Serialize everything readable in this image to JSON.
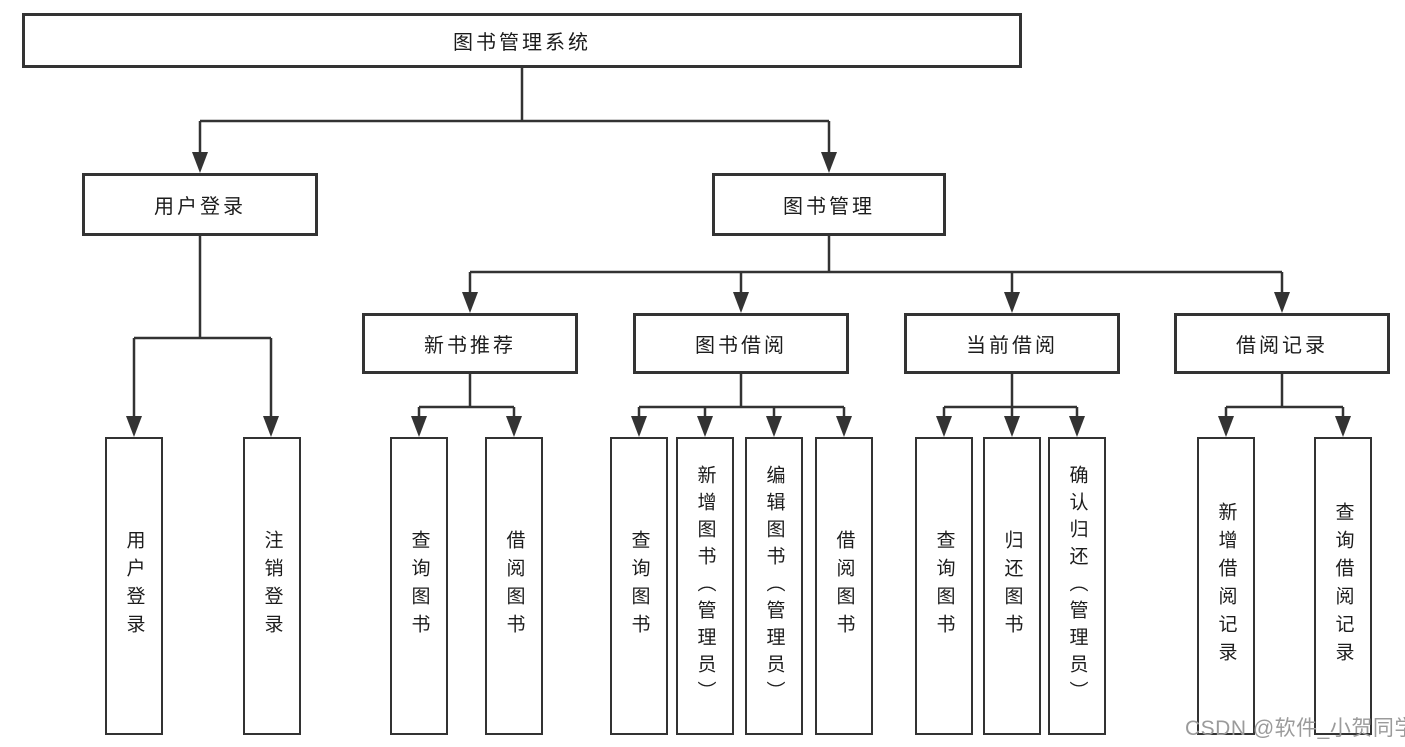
{
  "diagram": {
    "root": {
      "label": "图书管理系统"
    },
    "branches": [
      {
        "label": "用户登录",
        "children": [
          {
            "label": "用户登录"
          },
          {
            "label": "注销登录"
          }
        ]
      },
      {
        "label": "图书管理",
        "groups": [
          {
            "label": "新书推荐",
            "children": [
              {
                "label": "查询图书"
              },
              {
                "label": "借阅图书"
              }
            ]
          },
          {
            "label": "图书借阅",
            "children": [
              {
                "label": "查询图书"
              },
              {
                "label": "新增图书（管理员）"
              },
              {
                "label": "编辑图书（管理员）"
              },
              {
                "label": "借阅图书"
              }
            ]
          },
          {
            "label": "当前借阅",
            "children": [
              {
                "label": "查询图书"
              },
              {
                "label": "归还图书"
              },
              {
                "label": "确认归还（管理员）"
              }
            ]
          },
          {
            "label": "借阅记录",
            "children": [
              {
                "label": "新增借阅记录"
              },
              {
                "label": "查询借阅记录"
              }
            ]
          }
        ]
      }
    ]
  },
  "watermark": {
    "text": "CSDN @软件_小贺同学"
  },
  "colors": {
    "line": "#333333",
    "text": "#1c1c1c",
    "watermark_text": "#9b9b9b",
    "background": "#ffffff"
  }
}
